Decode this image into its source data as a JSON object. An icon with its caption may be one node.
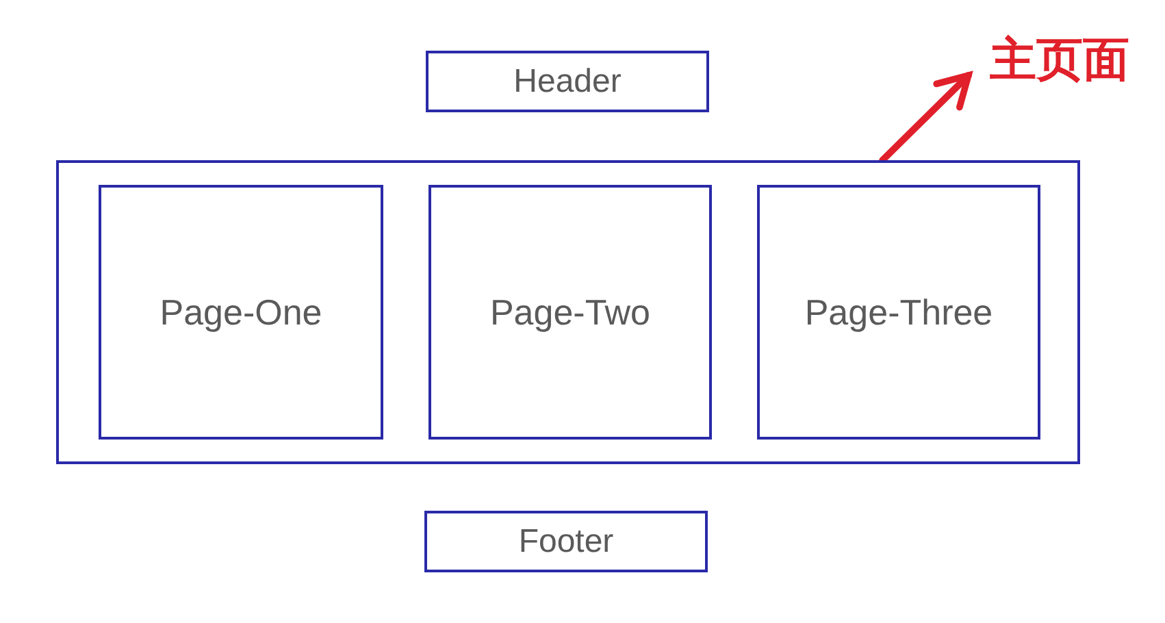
{
  "diagram": {
    "nodes": [
      {
        "text": [
          "Header"
        ]
      },
      {
        "text": [
          "主页面"
        ]
      },
      {
        "text": [],
        "shape": "box"
      },
      {
        "text": [
          "Page-One"
        ],
        "in": 2
      },
      {
        "text": [
          "Page-Two"
        ],
        "in": 2
      },
      {
        "text": [
          "Page-Three"
        ],
        "in": 2
      },
      {
        "text": [
          "Footer"
        ]
      }
    ],
    "edges": [
      {
        "from": 2,
        "to": 1,
        "arrow": "to",
        "color": "#e0202a"
      }
    ]
  }
}
